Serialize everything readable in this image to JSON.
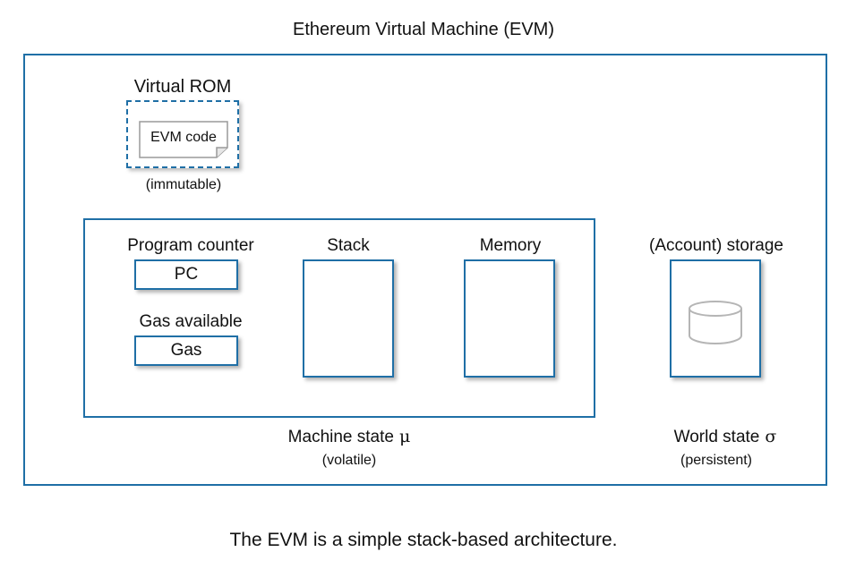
{
  "title": "Ethereum Virtual Machine (EVM)",
  "virtual_rom": {
    "label": "Virtual ROM",
    "code": "EVM code",
    "note": "(immutable)"
  },
  "machine_state": {
    "program_counter": {
      "label": "Program counter",
      "box": "PC"
    },
    "gas": {
      "label": "Gas available",
      "box": "Gas"
    },
    "stack": {
      "label": "Stack"
    },
    "memory": {
      "label": "Memory"
    },
    "label": "Machine state",
    "symbol": "μ",
    "note": "(volatile)"
  },
  "world_state": {
    "storage_label": "(Account) storage",
    "label": "World state",
    "symbol": "σ",
    "note": "(persistent)"
  },
  "caption": "The EVM is a simple stack-based architecture.",
  "colors": {
    "frame": "#1f6fa6",
    "doc_outline": "#9a9a9a",
    "db_outline": "#b5b5b5"
  }
}
